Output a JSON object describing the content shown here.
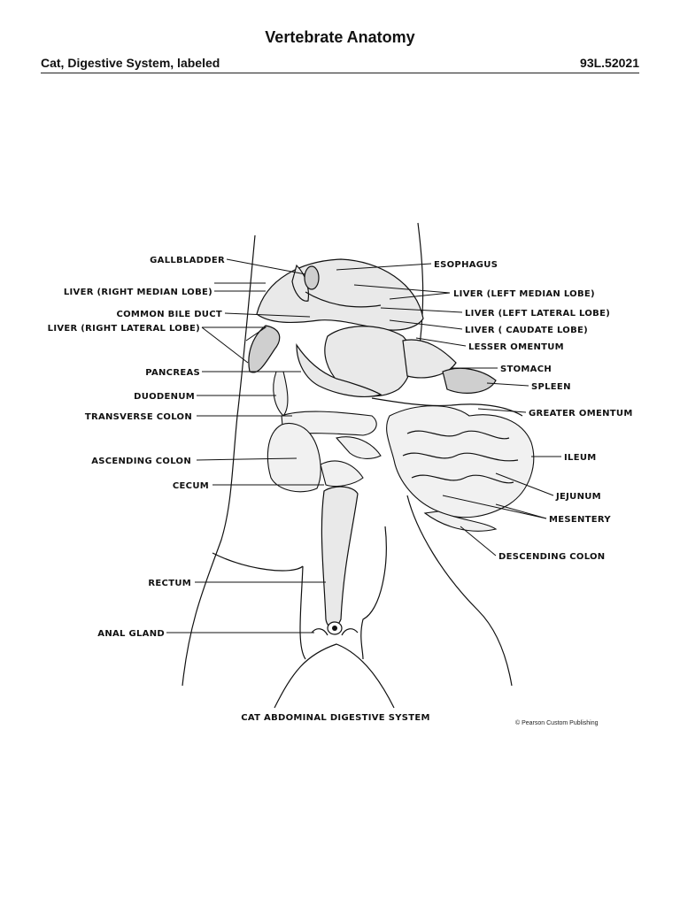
{
  "header": {
    "title": "Vertebrate Anatomy",
    "subtitle": "Cat, Digestive System, labeled",
    "code": "93L.52021"
  },
  "labels": {
    "gallbladder": "GALLBLADDER",
    "liver_right_median": "LIVER (RIGHT MEDIAN LOBE)",
    "common_bile_duct": "COMMON BILE DUCT",
    "liver_right_lateral": "LIVER (RIGHT LATERAL LOBE)",
    "pancreas": "PANCREAS",
    "duodenum": "DUODENUM",
    "transverse_colon": "TRANSVERSE COLON",
    "ascending_colon": "ASCENDING COLON",
    "cecum": "CECUM",
    "rectum": "RECTUM",
    "anal_gland": "ANAL GLAND",
    "esophagus": "ESOPHAGUS",
    "liver_left_median": "LIVER (LEFT MEDIAN LOBE)",
    "liver_left_lateral": "LIVER (LEFT LATERAL LOBE)",
    "liver_caudate": "LIVER ( CAUDATE LOBE)",
    "lesser_omentum": "LESSER OMENTUM",
    "stomach": "STOMACH",
    "spleen": "SPLEEN",
    "greater_omentum": "GREATER OMENTUM",
    "ileum": "ILEUM",
    "jejunum": "JEJUNUM",
    "mesentery": "MESENTERY",
    "descending_colon": "DESCENDING COLON"
  },
  "caption": "CAT ABDOMINAL DIGESTIVE SYSTEM",
  "copyright": "© Pearson Custom Publishing"
}
